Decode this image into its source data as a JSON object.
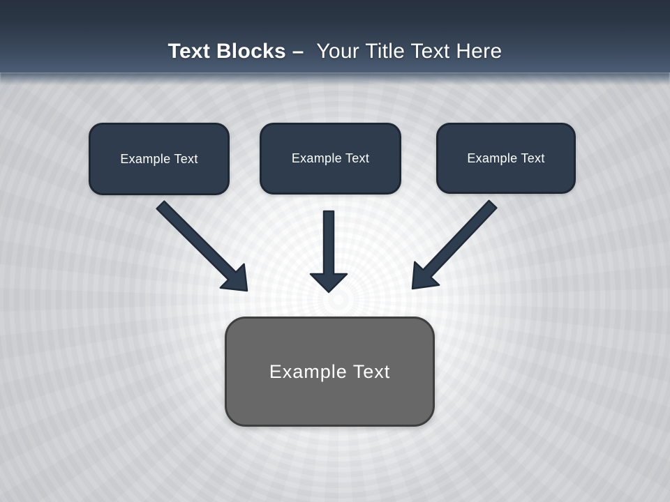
{
  "header": {
    "title_primary": "Text Blocks –",
    "title_secondary": "Your Title Text Here"
  },
  "blocks": {
    "top": [
      {
        "label": "Example Text"
      },
      {
        "label": "Example Text"
      },
      {
        "label": "Example Text"
      }
    ],
    "center": {
      "label": "Example Text"
    }
  },
  "icons": {
    "arrow_left": "arrow-down-right-icon",
    "arrow_middle": "arrow-down-icon",
    "arrow_right": "arrow-down-left-icon"
  },
  "colors": {
    "header_gradient_top": "#273140",
    "header_gradient_bottom": "#4d5d73",
    "block_fill": "#2e3c4e",
    "block_border": "#1e2833",
    "center_block_fill": "#686868",
    "center_block_border": "#3e3e3e",
    "arrow_fill": "#2e3d4f",
    "arrow_outline": "#1f2a37",
    "background": "#d2d4d7",
    "glow": "#ffffff",
    "text": "#ffffff"
  }
}
